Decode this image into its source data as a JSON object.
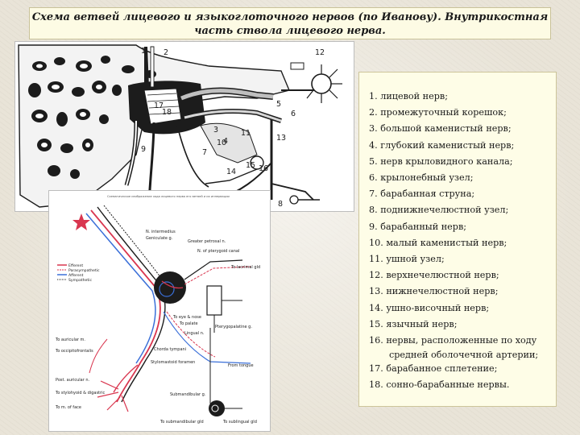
{
  "slide": {
    "title": "Схема ветвей лицевого и языкоглоточного нервов (по Иванову). Внутрикостная часть ствола лицевого нерва."
  },
  "anatomy_figure": {
    "labels": [
      "1",
      "2",
      "12",
      "5",
      "6",
      "17",
      "18",
      "3",
      "4",
      "11",
      "10",
      "7",
      "13",
      "9",
      "14",
      "15",
      "16",
      "8"
    ]
  },
  "schematic_figure": {
    "caption": "Схематическое изображение хода лицевого нерва его ветвей и их иннервации",
    "key": [
      "Efferent",
      "Parasympathetic",
      "Afferent",
      "Sympathetic"
    ],
    "labels": [
      "N. intermedius",
      "Geniculate g.",
      "Greater petrosal n.",
      "N. of pterygoid canal",
      "To lacrimal gld",
      "Pterygopalatine g.",
      "To eye & nose",
      "To palate",
      "Lingual n.",
      "Chorda tympani",
      "To auricular m.",
      "Stylomastoid foramen",
      "From tongue",
      "To occipitofrontalis",
      "Post. auricular n.",
      "To stylohyoid & digastric",
      "To m. of face",
      "Submandibular g.",
      "To submandibular gld",
      "To sublingual gld"
    ]
  },
  "legend": {
    "items": [
      "1. лицевой нерв;",
      "2.  промежуточный корешок;",
      "3. большой каменистый нерв;",
      "4. глубокий каменистый нерв;",
      "5. нерв крыловидного канала;",
      "6. крылонебный узел;",
      "7. барабанная струна;",
      "8. поднижнечелюстной узел;",
      "9. барабанный нерв;",
      "10. малый каменистый нерв;",
      "11. ушной узел;",
      "12. верхнечелюстной нерв;",
      "13. нижнечелюстной нерв;",
      "14. ушно-височный нерв;",
      "15. язычный нерв;",
      "16. нервы, расположенные по ходу"
    ],
    "item16_cont": "средней оболочечной артерии;",
    "items_tail": [
      "17. барабанное сплетение;",
      "18. сонно-барабанные нервы."
    ]
  },
  "colors": {
    "efferent": "#d9364f",
    "afferent": "#3a6fd8",
    "ink": "#1c1c1c",
    "title_bg": "#fdfbe4",
    "legend_bg": "#fefde7"
  }
}
